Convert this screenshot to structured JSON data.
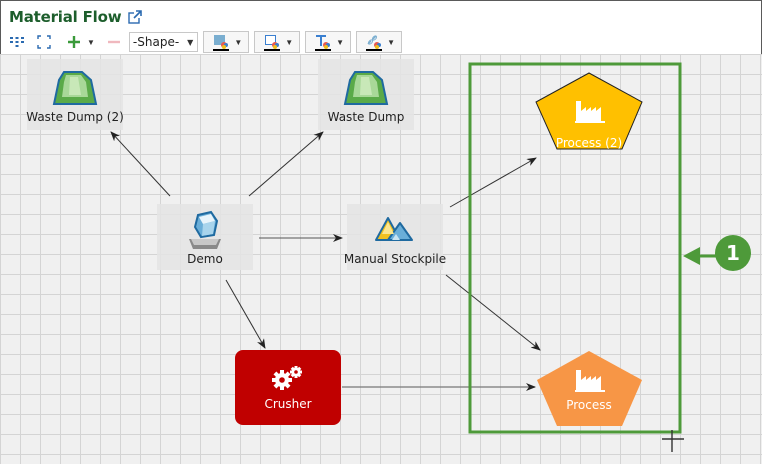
{
  "panel": {
    "title": "Material Flow",
    "external_link_icon": "open-external-icon"
  },
  "toolbar": {
    "layout_icon": "hierarchy-layout-icon",
    "fit_icon": "fit-to-screen-icon",
    "add_icon": "add-icon",
    "remove_icon": "remove-icon",
    "shape_select": {
      "value": "-Shape-"
    },
    "fill_color_icon": "fill-color-icon",
    "border_color_icon": "border-color-icon",
    "text_color_icon": "text-color-icon",
    "link_color_icon": "link-color-icon"
  },
  "nodes": {
    "waste_dump_2": {
      "label": "Waste Dump (2)",
      "icon": "waste-dump-icon"
    },
    "waste_dump": {
      "label": "Waste Dump",
      "icon": "waste-dump-icon"
    },
    "demo": {
      "label": "Demo",
      "icon": "mine-source-icon"
    },
    "manual_stockpile": {
      "label": "Manual Stockpile",
      "icon": "stockpile-icon"
    },
    "crusher": {
      "label": "Crusher",
      "icon": "gears-icon",
      "color": "#c00000"
    },
    "process_2": {
      "label": "Process (2)",
      "icon": "factory-icon",
      "color": "#ffc000"
    },
    "process": {
      "label": "Process",
      "icon": "factory-icon",
      "color": "#f79646"
    }
  },
  "connections": [
    {
      "from": "Demo",
      "to": "Waste Dump (2)"
    },
    {
      "from": "Demo",
      "to": "Waste Dump"
    },
    {
      "from": "Demo",
      "to": "Manual Stockpile"
    },
    {
      "from": "Demo",
      "to": "Crusher"
    },
    {
      "from": "Manual Stockpile",
      "to": "Process (2)"
    },
    {
      "from": "Manual Stockpile",
      "to": "Process"
    },
    {
      "from": "Crusher",
      "to": "Process"
    }
  ],
  "selection": {
    "highlight_color": "#4e9a3a"
  },
  "callout": {
    "number": "1",
    "color": "#4e9a3a"
  }
}
